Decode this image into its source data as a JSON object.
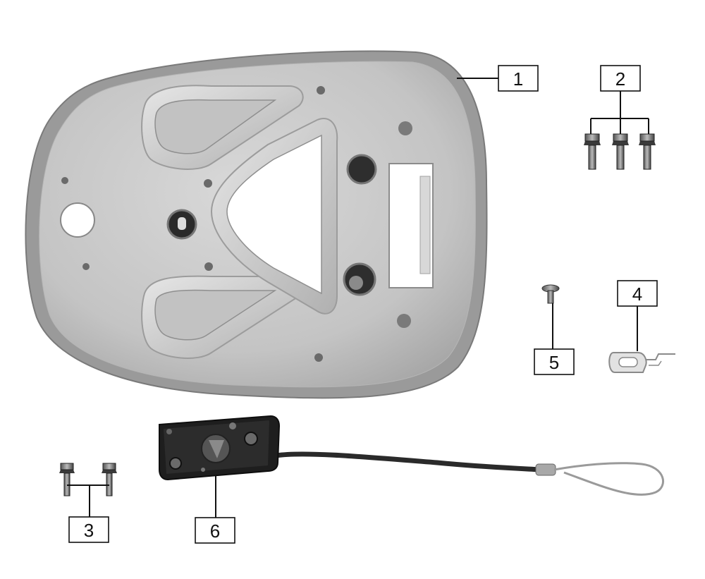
{
  "callouts": {
    "c1": "1",
    "c2": "2",
    "c3": "3",
    "c4": "4",
    "c5": "5",
    "c6": "6"
  },
  "colors": {
    "plate_fill": "#c9c9c9",
    "plate_edge": "#8a8a8a",
    "base_dark": "#1e1e1e",
    "cable": "#2a2a2a",
    "loop": "#9a9a9a",
    "ink": "#111111"
  },
  "parts": [
    {
      "number": "1",
      "icon": "rear-carrier-plate-icon"
    },
    {
      "number": "2",
      "icon": "flange-bolt-icon"
    },
    {
      "number": "3",
      "icon": "flange-bolt-icon"
    },
    {
      "number": "4",
      "icon": "spring-clip-icon"
    },
    {
      "number": "5",
      "icon": "push-rivet-icon"
    },
    {
      "number": "6",
      "icon": "lock-base-with-cable-icon"
    }
  ]
}
